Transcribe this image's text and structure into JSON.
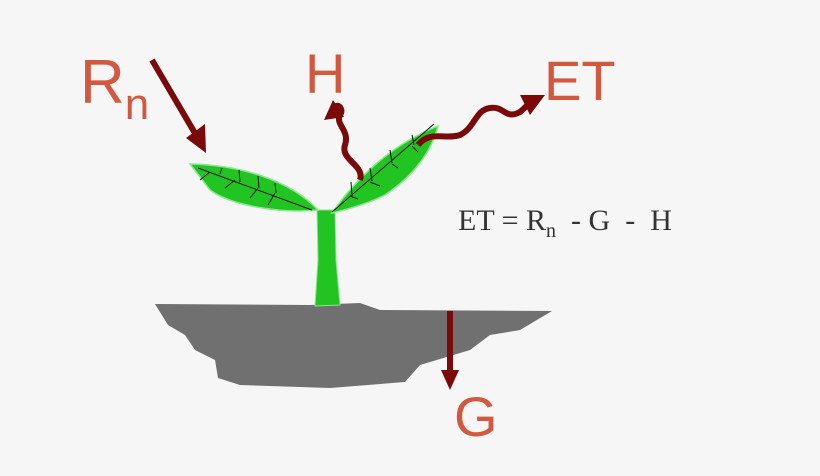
{
  "labels": {
    "rn_main": "R",
    "rn_sub": "n",
    "h": "H",
    "et": "ET",
    "g": "G"
  },
  "equation": {
    "lhs": "ET = R",
    "sub": "n",
    "rhs": "  - G  -  H"
  },
  "colors": {
    "label": "#d2583f",
    "arrow": "#7a0a0a",
    "leaf": "#22c422",
    "soil": "#707070",
    "background": "#f6f6f6"
  }
}
